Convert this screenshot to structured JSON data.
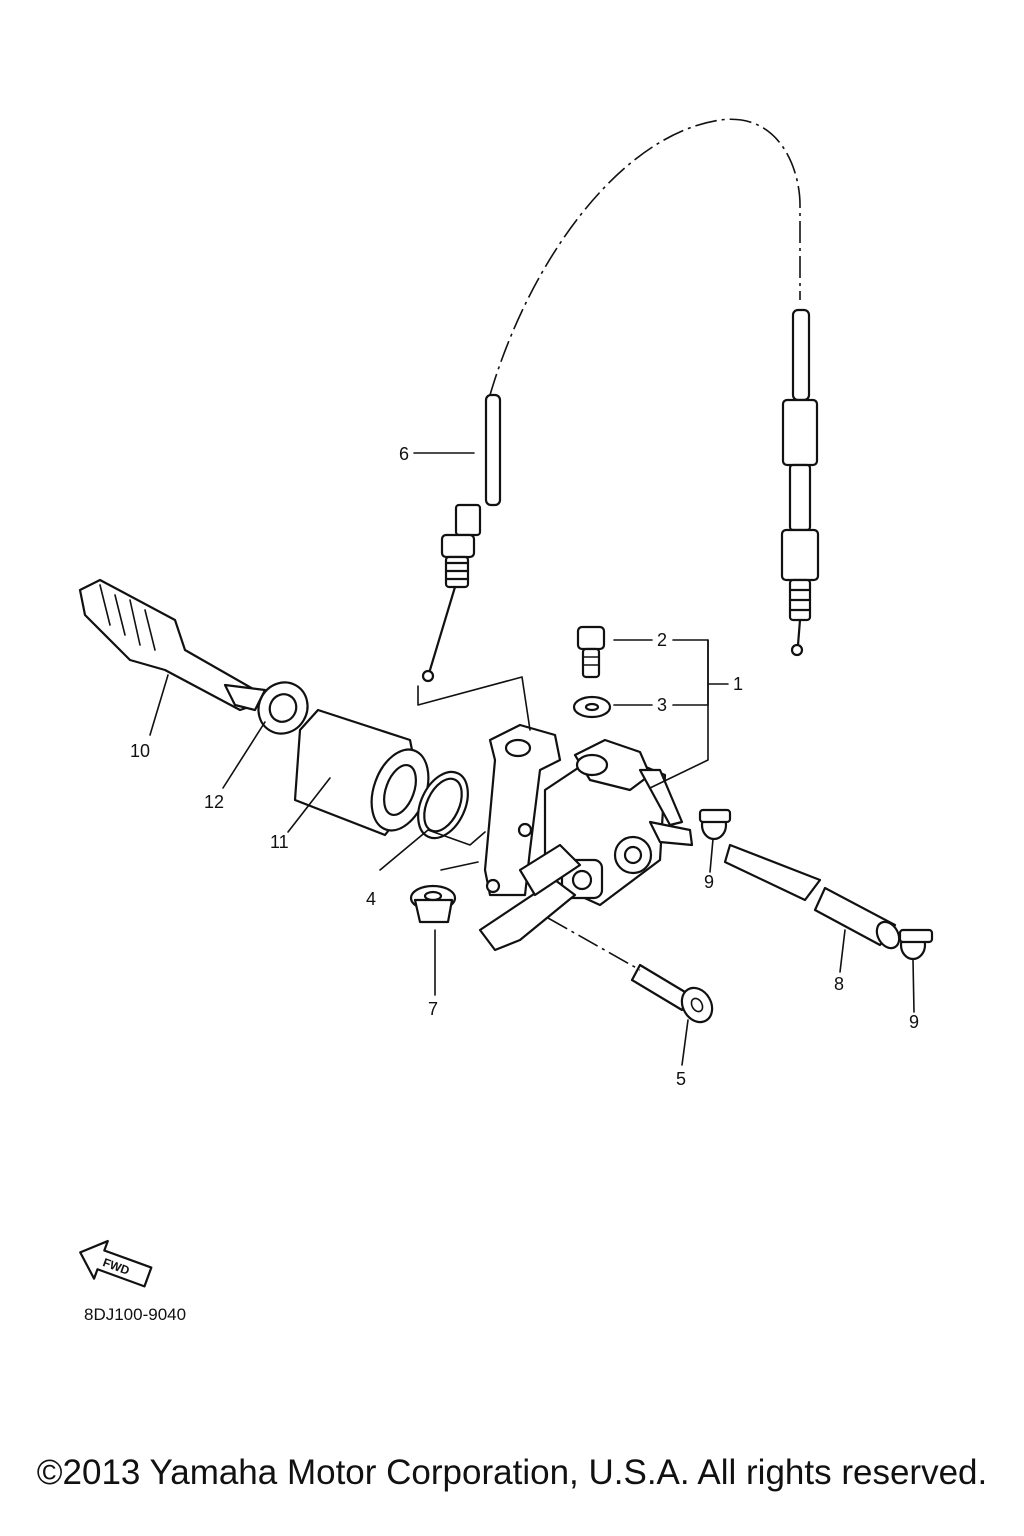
{
  "callouts": {
    "c1": "1",
    "c2": "2",
    "c3": "3",
    "c4": "4",
    "c5": "5",
    "c6": "6",
    "c7": "7",
    "c8": "8",
    "c9a": "9",
    "c9b": "9",
    "c10": "10",
    "c11": "11",
    "c12": "12"
  },
  "fwd_label": "FWD",
  "diagram_code": "8DJ100-9040",
  "copyright": "©2013 Yamaha Motor Corporation, U.S.A. All rights reserved."
}
